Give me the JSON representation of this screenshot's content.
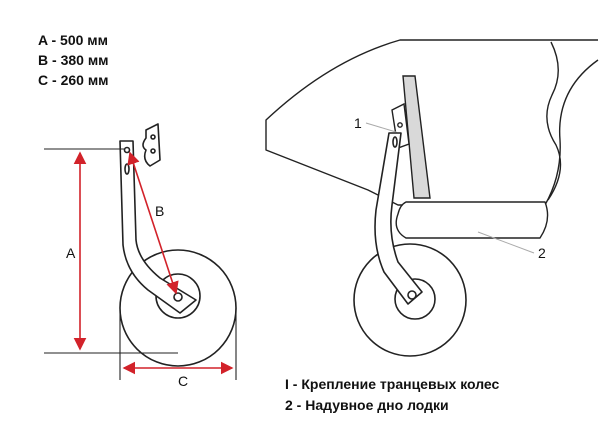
{
  "dimensions": [
    {
      "letter": "A",
      "value": "500 мм"
    },
    {
      "letter": "B",
      "value": "380 мм"
    },
    {
      "letter": "C",
      "value": "260 мм"
    }
  ],
  "diagram_labels": {
    "a": "A",
    "b": "B",
    "c": "C",
    "callout_1": "1",
    "callout_2": "2"
  },
  "legend": [
    {
      "num": "I",
      "text": "Крепление транцевых колес"
    },
    {
      "num": "2",
      "text": "Надувное дно лодки"
    }
  ],
  "colors": {
    "outline": "#222222",
    "dimension_red": "#d2222a",
    "hull_fill": "#ffffff",
    "transom_fill": "#d9d9d9"
  }
}
